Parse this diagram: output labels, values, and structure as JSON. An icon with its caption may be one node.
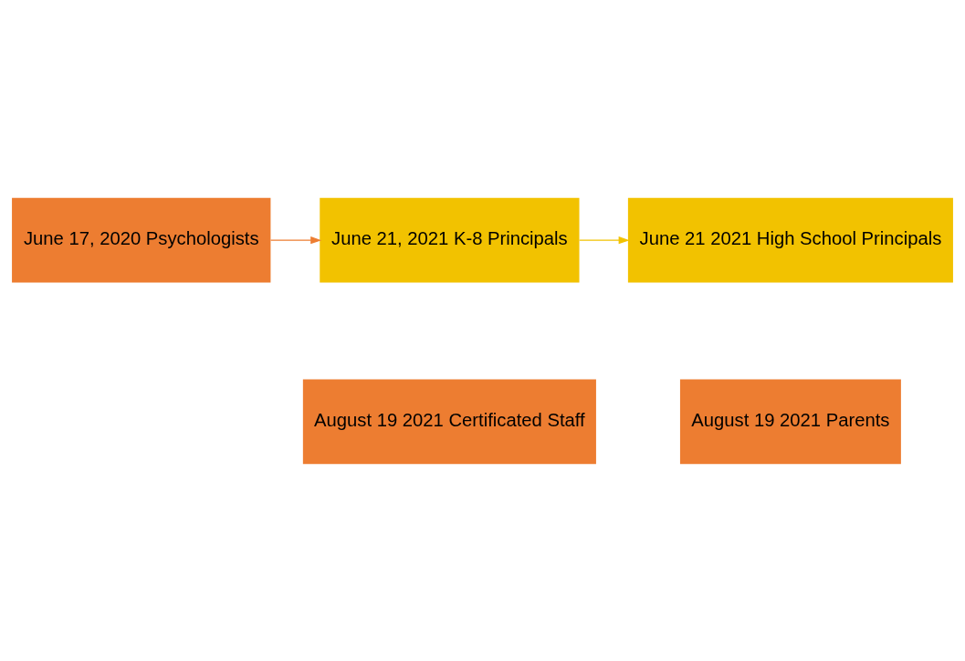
{
  "diagram": {
    "nodes": [
      {
        "text": [
          "June 17, 2020 Psychologists"
        ]
      },
      {
        "text": [
          "June 21, 2021 K-8 Principals"
        ]
      },
      {
        "text": [
          "June 21 2021 High School Principals"
        ]
      },
      {
        "text": [
          "August 19 2021 Certificated Staff"
        ]
      },
      {
        "text": [
          "August 19 2021 Parents"
        ]
      }
    ],
    "edges": [
      {
        "from": 0,
        "to": 1,
        "arrow": "to",
        "color": "#ed7d31"
      },
      {
        "from": 1,
        "to": 2,
        "arrow": "to",
        "color": "#f2c200"
      }
    ]
  }
}
